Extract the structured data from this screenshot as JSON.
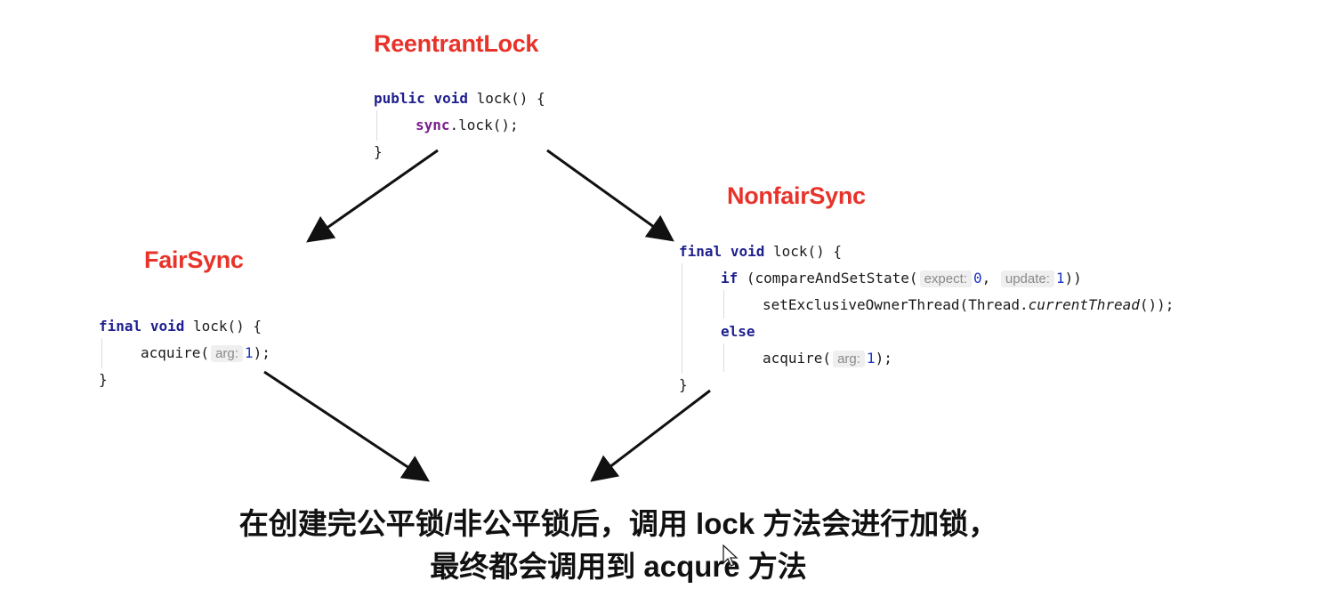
{
  "titles": {
    "reentrant": "ReentrantLock",
    "nonfair": "NonfairSync",
    "fair": "FairSync"
  },
  "code": {
    "reentrant": {
      "l1_kw1": "public",
      "l1_kw2": "void",
      "l1_rest": "lock() {",
      "l2_field": "sync",
      "l2_rest": ".lock();",
      "l3": "}"
    },
    "fair": {
      "l1_kw1": "final",
      "l1_kw2": "void",
      "l1_rest": "lock() {",
      "l2_call": "acquire(",
      "l2_hint": "arg:",
      "l2_num": "1",
      "l2_end": ");",
      "l3": "}"
    },
    "nonfair": {
      "l1_kw1": "final",
      "l1_kw2": "void",
      "l1_rest": "lock() {",
      "l2_kw": "if",
      "l2_call": "(compareAndSetState(",
      "l2_hint1": "expect:",
      "l2_num1": "0",
      "l2_sep": ",",
      "l2_hint2": "update:",
      "l2_num2": "1",
      "l2_end": "))",
      "l3_call": "setExclusiveOwnerThread(Thread.",
      "l3_italic": "currentThread",
      "l3_end": "());",
      "l4_kw": "else",
      "l5_call": "acquire(",
      "l5_hint": "arg:",
      "l5_num": "1",
      "l5_end": ");",
      "l6": "}"
    }
  },
  "caption": {
    "line1": "在创建完公平锁/非公平锁后，调用 lock 方法会进行加锁，",
    "line2": "最终都会调用到 acqure 方法"
  },
  "colors": {
    "title": "#e8332a",
    "keyword": "#1f1f8f",
    "field": "#7a1d8c",
    "number": "#1c35c4",
    "arrow": "#111111"
  }
}
